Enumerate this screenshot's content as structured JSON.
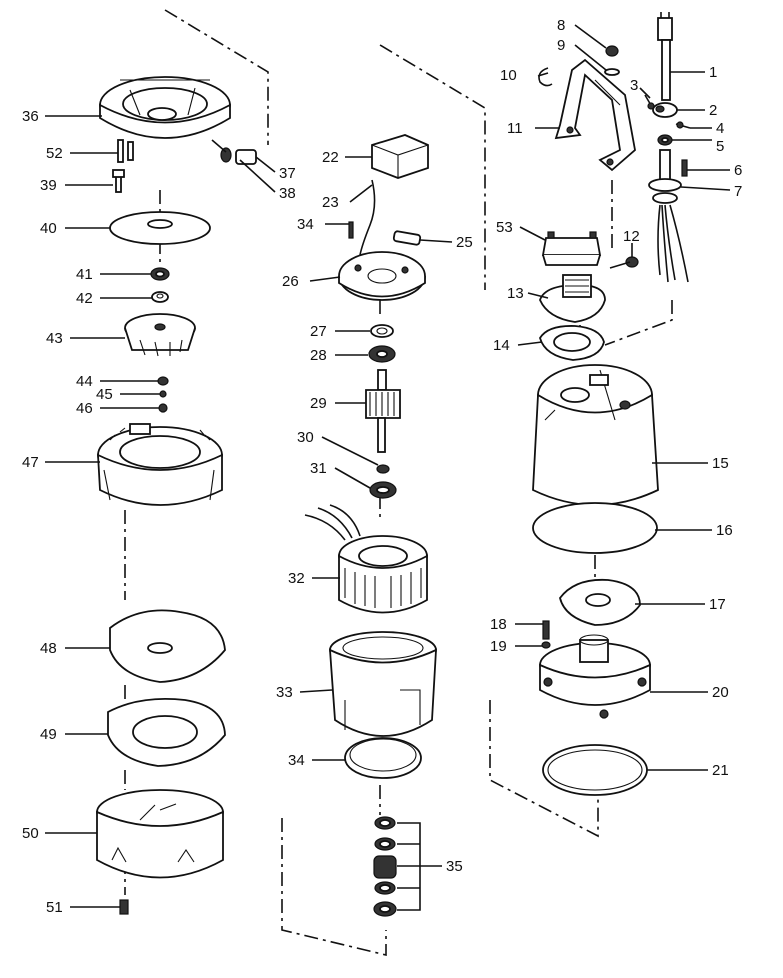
{
  "labels": {
    "p1": "1",
    "p2": "2",
    "p3": "3",
    "p4": "4",
    "p5": "5",
    "p6": "6",
    "p7": "7",
    "p8": "8",
    "p9": "9",
    "p10": "10",
    "p11": "11",
    "p12": "12",
    "p13": "13",
    "p14": "14",
    "p15": "15",
    "p16": "16",
    "p17": "17",
    "p18": "18",
    "p19": "19",
    "p20": "20",
    "p21": "21",
    "p22": "22",
    "p23": "23",
    "p24": "34",
    "p25": "25",
    "p26": "26",
    "p27": "27",
    "p28": "28",
    "p29": "29",
    "p30": "30",
    "p31": "31",
    "p32": "32",
    "p33": "33",
    "p34": "34",
    "p35": "35",
    "p36": "36",
    "p37": "37",
    "p38": "38",
    "p39": "39",
    "p40": "40",
    "p41": "41",
    "p42": "42",
    "p43": "43",
    "p44": "44",
    "p45": "45",
    "p46": "46",
    "p47": "47",
    "p48": "48",
    "p49": "49",
    "p50": "50",
    "p51": "51",
    "p52": "52",
    "p53": "53"
  }
}
